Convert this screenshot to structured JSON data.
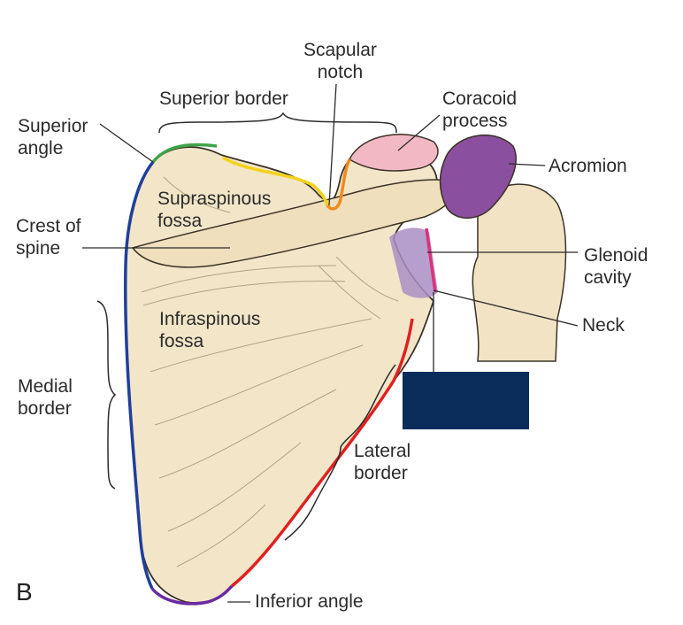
{
  "panel_letter": "B",
  "labels": {
    "scapular_notch": [
      "Scapular",
      "notch"
    ],
    "superior_border": "Superior border",
    "coracoid_process": [
      "Coracoid",
      "process"
    ],
    "superior_angle": [
      "Superior",
      "angle"
    ],
    "acromion": "Acromion",
    "supraspinous_fossa": [
      "Supraspinous",
      "fossa"
    ],
    "crest_of_spine": [
      "Crest of",
      "spine"
    ],
    "glenoid_cavity": [
      "Glenoid",
      "cavity"
    ],
    "neck": "Neck",
    "infraspinous_fossa": [
      "Infraspinous",
      "fossa"
    ],
    "medial_border": [
      "Medial",
      "border"
    ],
    "lateral_border": [
      "Lateral",
      "border"
    ],
    "inferior_angle": "Inferior angle"
  },
  "colors": {
    "bone": "#f3e6c8",
    "bone_shade": "#d9c49a",
    "outline": "#3a3226",
    "superior_angle_edge": "#3fa34a",
    "superior_border_edge": "#f2d21a",
    "scapular_notch_edge": "#f08a1c",
    "medial_border_edge": "#1f3f9c",
    "lateral_border_edge": "#e02020",
    "inferior_angle_edge": "#6a2aa0",
    "glenoid_edge": "#e0307a",
    "coracoid_fill": "#f2b8c4",
    "acromion_fill": "#8a4f9e",
    "neck_fill": "#a98ec4",
    "masked_box": "#0b2d5b"
  }
}
